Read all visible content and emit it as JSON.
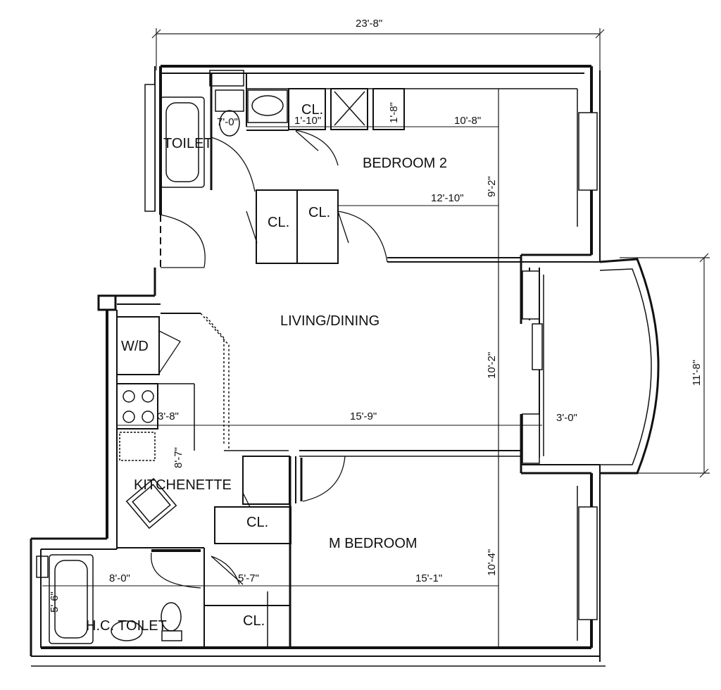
{
  "rooms": {
    "bedroom2": "BEDROOM 2",
    "living_dining": "LIVING/DINING",
    "m_bedroom": "M BEDROOM",
    "kitchenette": "KITCHENETTE",
    "toilet": "TOILET",
    "hc_toilet": "H.C. TOILET",
    "wd": "W/D",
    "closet": "CL."
  },
  "dimensions": {
    "overall_width": "23'-8\"",
    "bay_height": "11'-8\"",
    "bay_depth": "3'-0\"",
    "bedroom2_w_upper": "10'-8\"",
    "bedroom2_w_lower": "12'-10\"",
    "bedroom2_h": "9'-2\"",
    "closet_top_w": "7'-0\"",
    "closet_top_small": "1'-10\"",
    "closet_top_right": "1'-8\"",
    "living_w": "15'-9\"",
    "living_h": "10'-2\"",
    "kitchen_w": "3'-8\"",
    "kitchen_h": "8'-7\"",
    "mbed_w": "15'-1\"",
    "mbed_h": "10'-4\"",
    "hc_w": "8'-0\"",
    "hc_h": "5'-6\"",
    "hall_w": "5'-7\""
  }
}
